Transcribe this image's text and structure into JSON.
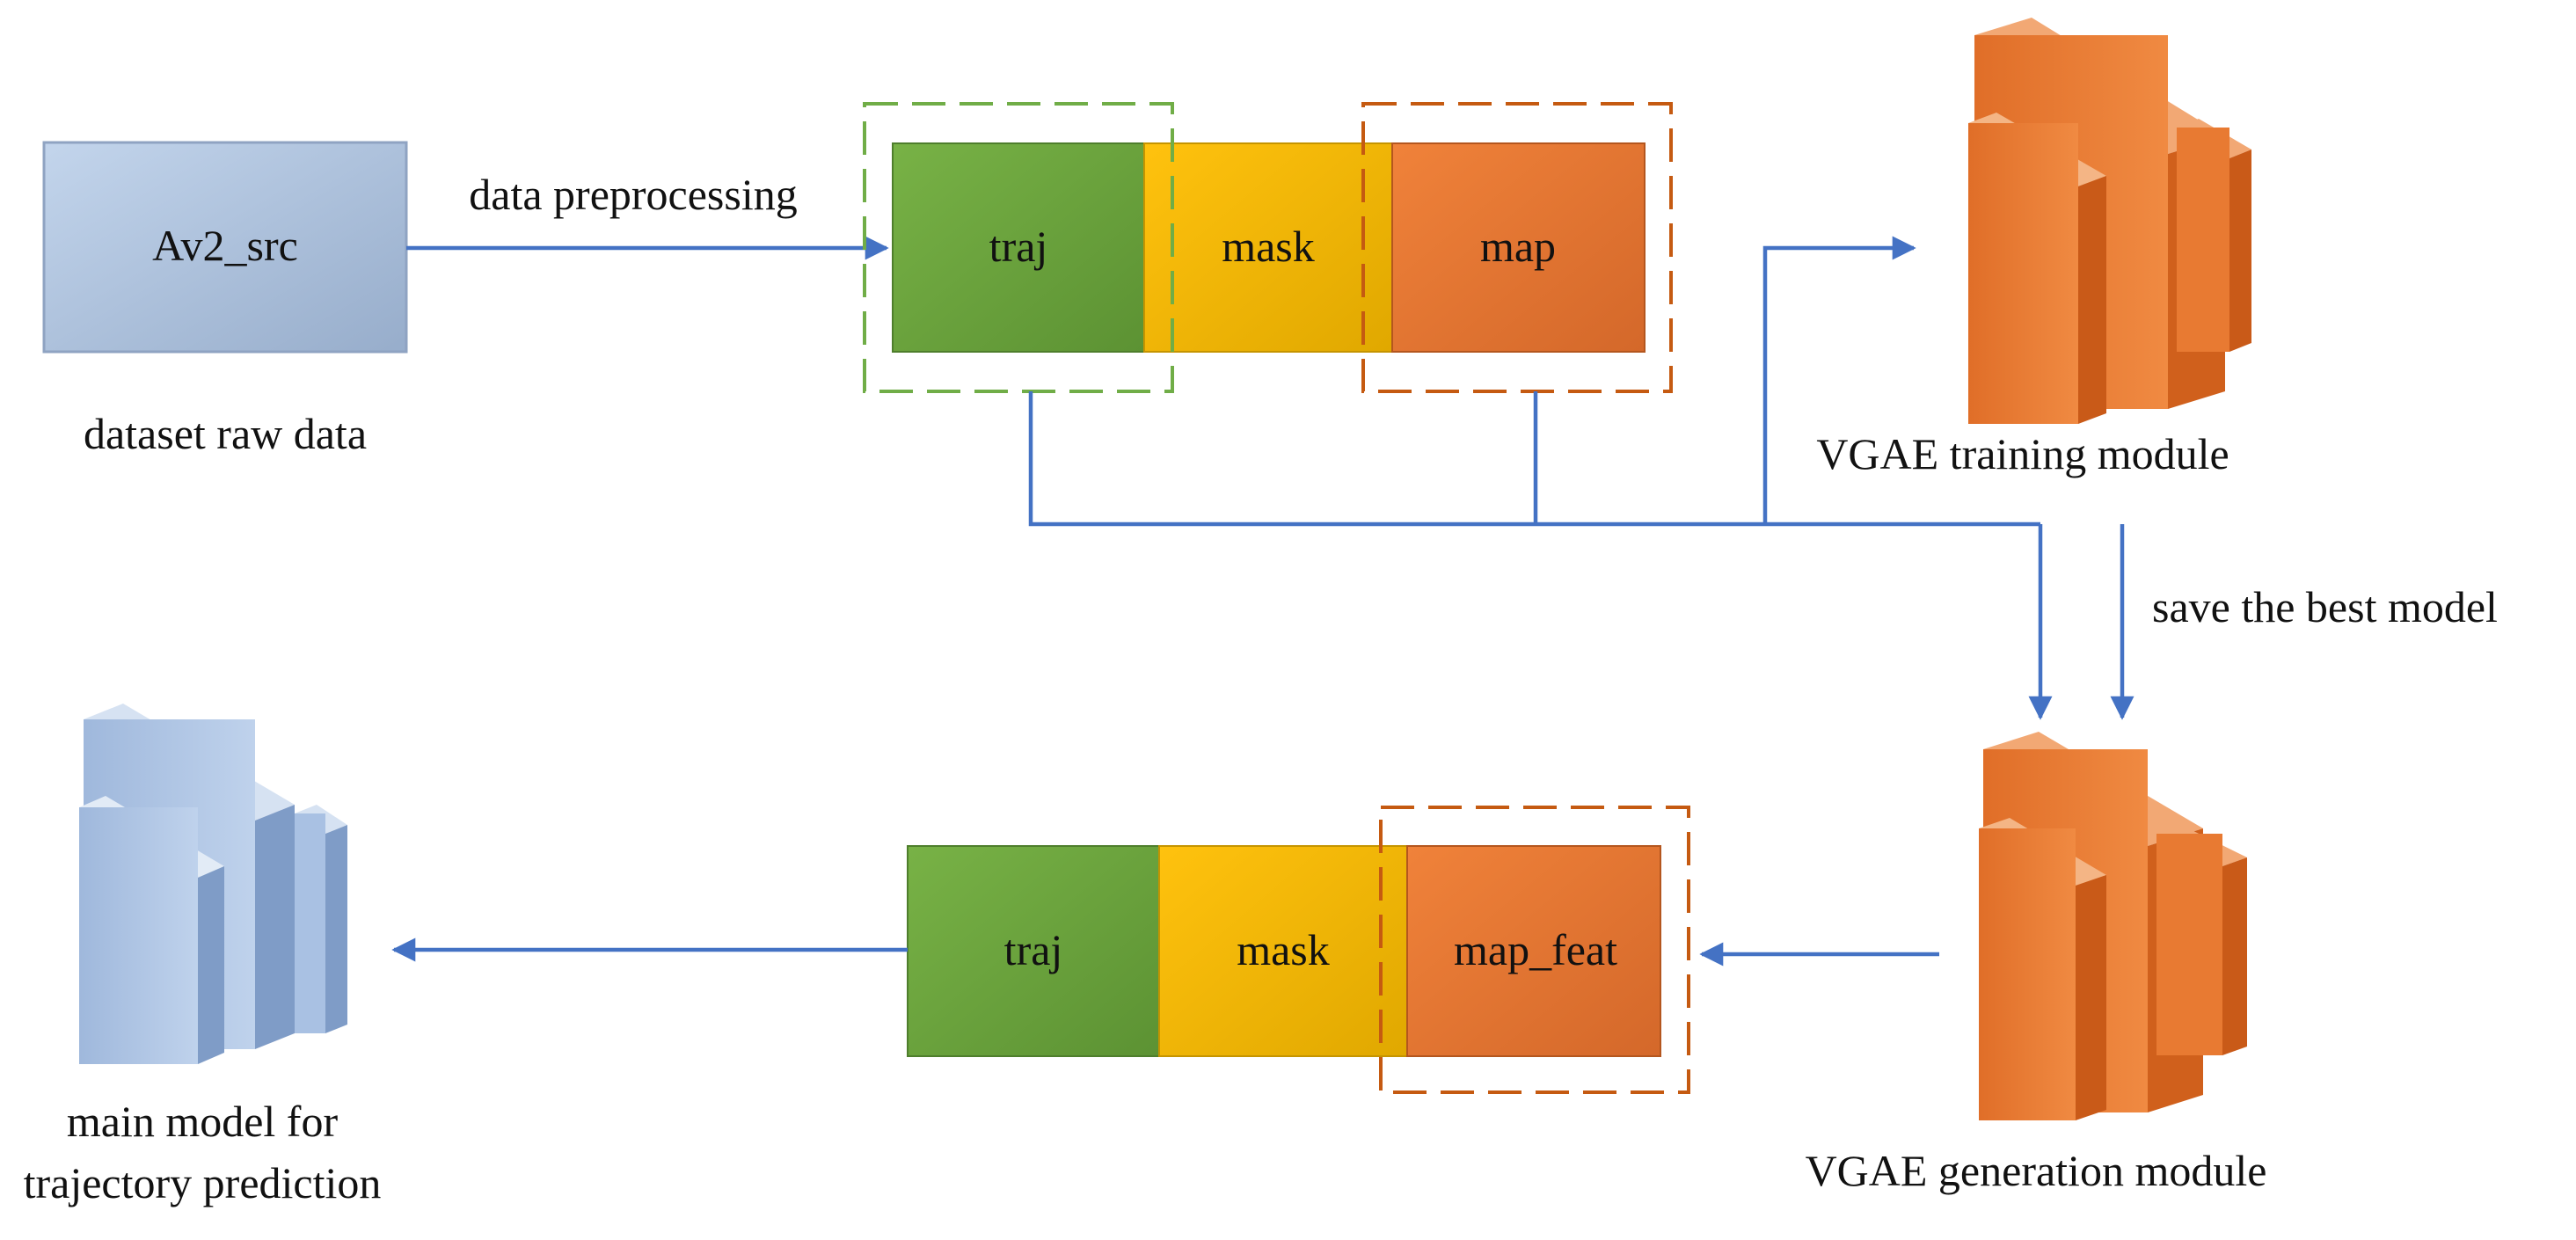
{
  "source": {
    "box_label": "Av2_src",
    "caption": "dataset raw data"
  },
  "preprocess_arrow_label": "data preprocessing",
  "top_row": {
    "traj": "traj",
    "mask": "mask",
    "map": "map"
  },
  "training": {
    "caption": "VGAE training module"
  },
  "save_arrow_label": "save the best model",
  "generation": {
    "caption": "VGAE generation module"
  },
  "bottom_row": {
    "traj": "traj",
    "mask": "mask",
    "map_feat": "map_feat"
  },
  "main_model": {
    "caption_line1": "main model for",
    "caption_line2": "trajectory prediction"
  },
  "colors": {
    "arrow": "#4472C4",
    "green": "#6FA33F",
    "yellow": "#F0B400",
    "orange": "#E87A32",
    "green_dash": "#70AD47",
    "orange_dash": "#C55A11",
    "source_box": "#A5B9D6",
    "blue_module": "#A9C1E3",
    "orange_module": "#E8772E"
  }
}
